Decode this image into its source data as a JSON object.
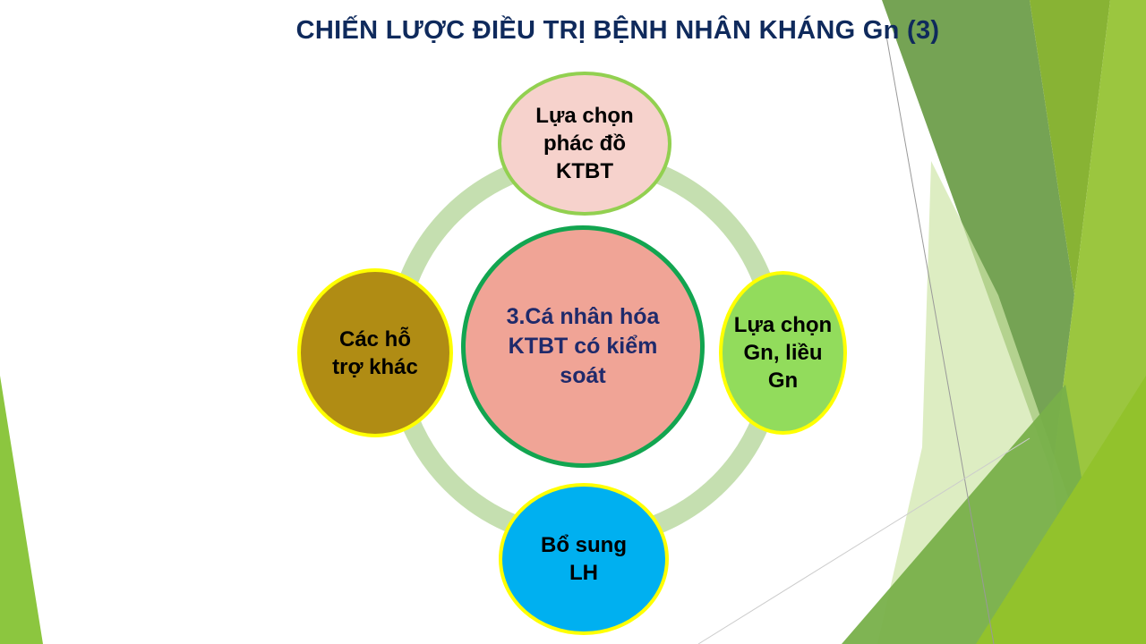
{
  "title": "CHIẾN LƯỢC ĐIỀU TRỊ BỆNH NHÂN KHÁNG Gn (3)",
  "diagram": {
    "center": {
      "label": "3.Cá nhân hóa KTBT có kiểm soát",
      "fill": "#f0a496",
      "border": "#12a550"
    },
    "nodes": [
      {
        "id": "top",
        "label": "Lựa chọn phác đồ KTBT",
        "fill": "#f6d2cc",
        "border": "#92d050"
      },
      {
        "id": "right",
        "label": "Lựa chọn Gn, liều Gn",
        "fill": "#92dc5c",
        "border": "#ffff00"
      },
      {
        "id": "bottom",
        "label": "Bổ sung LH",
        "fill": "#00b0f0",
        "border": "#ffff00"
      },
      {
        "id": "left",
        "label": "Các hỗ trợ khác",
        "fill": "#b08c14",
        "border": "#ffff00"
      }
    ],
    "ring_color": "#c5dfb0"
  }
}
